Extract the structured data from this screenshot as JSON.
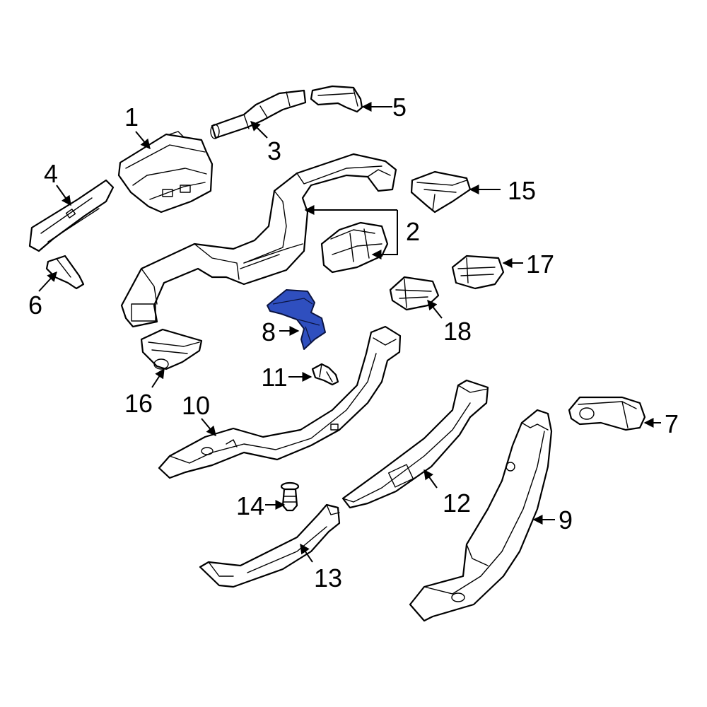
{
  "diagram": {
    "highlight_color": "#2f4fbf",
    "line_color": "#000000",
    "background": "#ffffff",
    "callouts": [
      {
        "id": "c1",
        "label": "1"
      },
      {
        "id": "c2",
        "label": "2"
      },
      {
        "id": "c3",
        "label": "3"
      },
      {
        "id": "c4",
        "label": "4"
      },
      {
        "id": "c5",
        "label": "5"
      },
      {
        "id": "c6",
        "label": "6"
      },
      {
        "id": "c7",
        "label": "7"
      },
      {
        "id": "c8",
        "label": "8"
      },
      {
        "id": "c9",
        "label": "9"
      },
      {
        "id": "c10",
        "label": "10"
      },
      {
        "id": "c11",
        "label": "11"
      },
      {
        "id": "c12",
        "label": "12"
      },
      {
        "id": "c13",
        "label": "13"
      },
      {
        "id": "c14",
        "label": "14"
      },
      {
        "id": "c15",
        "label": "15"
      },
      {
        "id": "c16",
        "label": "16"
      },
      {
        "id": "c17",
        "label": "17"
      },
      {
        "id": "c18",
        "label": "18"
      }
    ]
  }
}
